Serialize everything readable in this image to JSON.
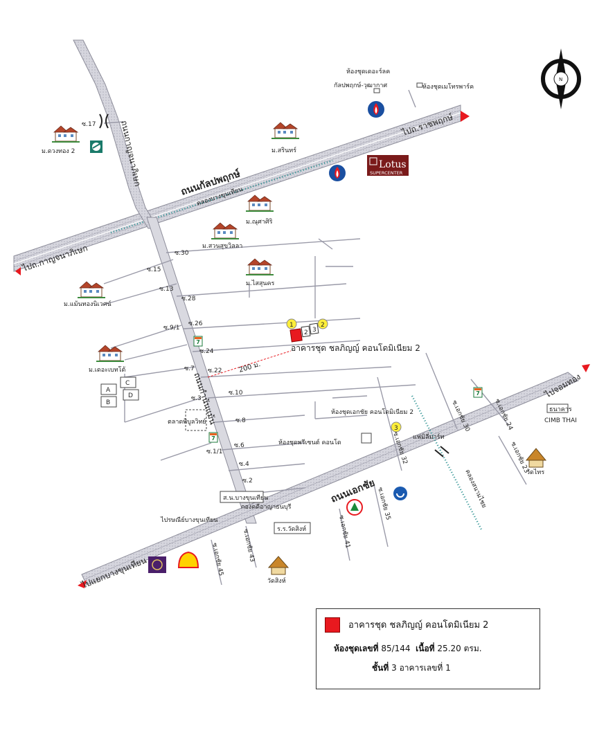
{
  "roads": {
    "kalapaphruek": "ถนนกัลปพฤกษ์",
    "kanchanaphisek": "ถนนกาญจนาภิเษก",
    "kamnanman": "ถนนกำนันแม้น",
    "ekachai": "ถนนเอกชัย"
  },
  "directions": {
    "to_kanchana": "ไปถ.กาญจนาภิเษก",
    "to_ratchaphruek": "ไปถ.ราชพฤกษ์",
    "to_chomthong": "ไปจอมทอง",
    "to_bangkhunthian": "ไปแยกบางขุนเทียน"
  },
  "canal": "คลองบางขุนเทียน",
  "canal_short": "คลองสนามไชย",
  "sois": {
    "s17": "ซ.17",
    "s30": "ซ.30",
    "s15": "ซ.15",
    "s13": "ซ.13",
    "s28": "ซ.28",
    "s26": "ซ.26",
    "s9_1": "ซ.9/1",
    "s24": "ซ.24",
    "s22": "ซ.22",
    "s7": "ซ.7",
    "s10": "ซ.10",
    "s3": "ซ.3",
    "s8": "ซ.8",
    "s6": "ซ.6",
    "s1_1": "ซ.1/1",
    "s4": "ซ.4",
    "s2": "ซ.2",
    "e24": "ซ.เอกชัย 24",
    "e30": "ซ.เอกชัย 30",
    "e32": "ซ.เอกชัย 32",
    "e35": "ซ.เอกชัย 35",
    "e41": "ซ.เอกชัย 41",
    "e43": "ซ.เอกชัย 43",
    "e45": "ซ.เอกชัย 45",
    "e23": "ซ.เอกชัย 23"
  },
  "places": {
    "m_duangthong2": "ม.ดวงทอง 2",
    "m_sarin": "ม.สรินทร์",
    "m_nusasiri": "ม.ณุศาศิริ",
    "m_suansuk": "ม.สวนสุขวิลลา",
    "m_saisunkorn": "ม.ไสสุนคร",
    "m_mankhong": "ม.แม้นทองนิเวศน์",
    "m_ture": "ม.เดอะเบทโต้",
    "condo_delux": "ห้องชุดเดอะร์ลค",
    "condo_delux2": "กัลปพฤกษ์-วุฒากาศ",
    "condo_metro": "ห้องชุดเมโทรพาร์ค",
    "target": "อาคารชุด ชลภิญญ์ คอนโดมิเนียม 2",
    "condo_ekachai": "ห้องชุดเอกชัย คอนโดมิเนียม 2",
    "condo_present": "ห้องชุดพรีเซนต์ คอนโด",
    "market": "ตลาดพิบูลวิทย์",
    "family_mart": "แฟมิลี่มาร์ท",
    "police": "ส.น.บางขุนเทียน",
    "village_office": "กองคดีอาญาธนบุรี",
    "post": "ไปรษณีย์บางขุนเทียน",
    "school": "ร.ร.วัดสิงห์",
    "wat_sing": "วัดสิงห์",
    "wat_sai": "วัดไทร",
    "bank": "ธนาคาร",
    "bank2": "CIMB THAI",
    "distance": "200 ม.",
    "lotus": "Lotus",
    "lotus_sub": "SUPERCENTER",
    "compass": "N"
  },
  "blocks": [
    "A",
    "B",
    "C",
    "D"
  ],
  "markers": [
    "1",
    "2",
    "3"
  ],
  "legend": {
    "title": "อาคารชุด ชลภิญญ์ คอนโดมิเนียม 2",
    "room_label": "ห้องชุดเลขที่",
    "room_no": "85/144",
    "area_label": "เนื้อที่",
    "area": "25.20",
    "area_unit": "ตรม.",
    "floor_label": "ชั้นที่",
    "floor": "3",
    "building_label": "อาคารเลขที่",
    "building": "1"
  },
  "colors": {
    "road_fill": "#c9c9d1",
    "road_edge": "#8c8c99",
    "canal": "#1d8a8a",
    "target": "#e8191f",
    "arrow": "#e8191f",
    "marker": "#ffef3a"
  }
}
